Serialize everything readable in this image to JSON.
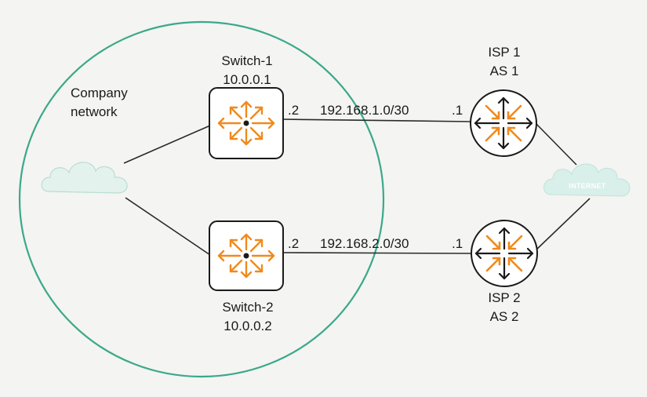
{
  "company_network": {
    "label_line1": "Company",
    "label_line2": "network"
  },
  "switches": [
    {
      "name": "Switch-1",
      "ip": "10.0.0.1",
      "port_label": ".2"
    },
    {
      "name": "Switch-2",
      "ip": "10.0.0.2",
      "port_label": ".2"
    }
  ],
  "links": [
    {
      "subnet": "192.168.1.0/30"
    },
    {
      "subnet": "192.168.2.0/30"
    }
  ],
  "isps": [
    {
      "name": "ISP 1",
      "as": "AS 1",
      "port_label": ".1"
    },
    {
      "name": "ISP 2",
      "as": "AS 2",
      "port_label": ".1"
    }
  ],
  "internet": {
    "label": "INTERNET"
  },
  "colors": {
    "company_circle": "#3aa98a",
    "device_accent": "#f08a1c",
    "line": "#2a2a2a",
    "cloud": "#d9efea"
  },
  "icons": {
    "switch": "layer3-switch-icon",
    "router": "router-icon",
    "company_cloud": "cloud-icon",
    "internet_cloud": "internet-cloud-icon"
  }
}
